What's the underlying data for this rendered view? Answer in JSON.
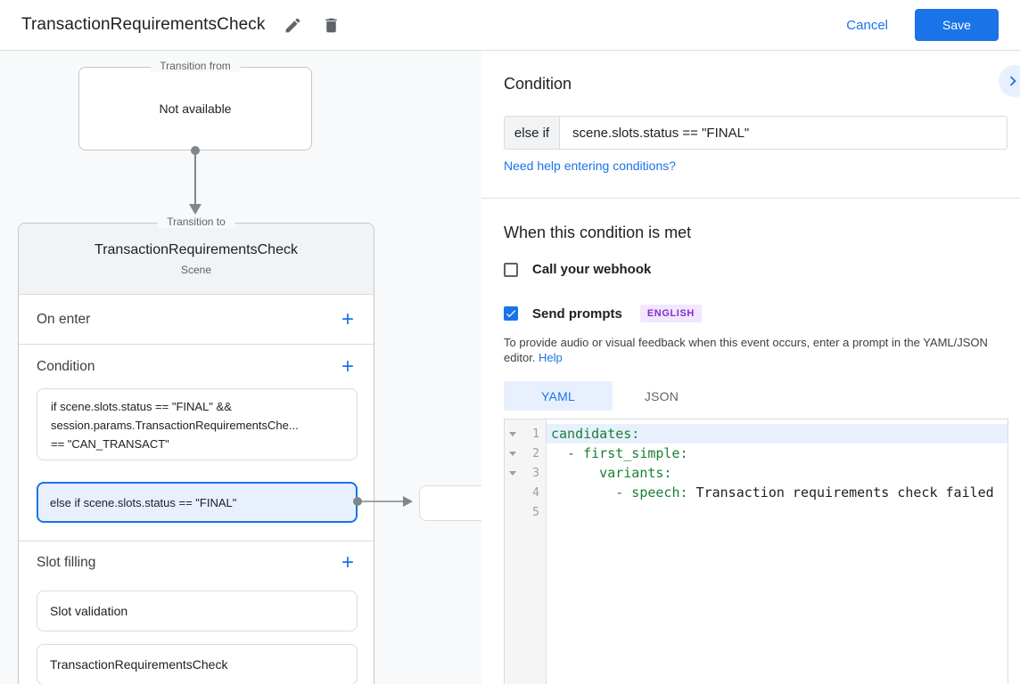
{
  "app": {
    "title": "TransactionRequirementsCheck",
    "cancel_label": "Cancel",
    "save_label": "Save"
  },
  "icons": {
    "add": "+",
    "names": [
      "edit-pencil-icon",
      "delete-trash-icon",
      "chevron-right-icon",
      "checkmark-icon",
      "fold-arrow-icon",
      "flow-arrow-connector"
    ]
  },
  "flow": {
    "transition_from": {
      "label": "Transition from",
      "value": "Not available"
    },
    "transition_to": {
      "label": "Transition to",
      "scene_name": "TransactionRequirementsCheck",
      "scene_type": "Scene",
      "on_enter_label": "On enter",
      "condition_label": "Condition",
      "slot_filling_label": "Slot filling",
      "condition_1": {
        "line1": "if scene.slots.status == \"FINAL\" &&",
        "line2": "session.params.TransactionRequirementsChe...",
        "line3": "== \"CAN_TRANSACT\""
      },
      "condition_2": {
        "text": "else if scene.slots.status == \"FINAL\"",
        "selected": true
      },
      "slot_1": "Slot validation",
      "slot_2": "TransactionRequirementsCheck"
    }
  },
  "panel": {
    "title": "Condition",
    "condition_prefix": "else if",
    "condition_value": "scene.slots.status == \"FINAL\"",
    "help_link": "Need help entering conditions?",
    "when_title": "When this condition is met",
    "webhook_label": "Call your webhook",
    "webhook_checked": false,
    "prompts_label": "Send prompts",
    "prompts_checked": true,
    "language_badge": "ENGLISH",
    "description": "To provide audio or visual feedback when this event occurs, enter a prompt in the YAML/JSON editor.",
    "help_word": "Help",
    "tab_yaml": "YAML",
    "tab_json": "JSON",
    "editor": {
      "lines": [
        {
          "num": "1",
          "key": "candidates:",
          "value": ""
        },
        {
          "num": "2",
          "key": "  - first_simple:",
          "value": ""
        },
        {
          "num": "3",
          "key": "      variants:",
          "value": ""
        },
        {
          "num": "4",
          "key": "        - speech:",
          "value": " Transaction requirements check failed"
        },
        {
          "num": "5",
          "key": "",
          "value": ""
        }
      ]
    }
  },
  "colors": {
    "accent_blue": "#1a73e8",
    "selection_blue": "#e8f0fe",
    "code_green": "#188038",
    "badge_bg": "#f2e7fe",
    "badge_text": "#8430ce",
    "canvas_bg": "#f8f9fa"
  }
}
